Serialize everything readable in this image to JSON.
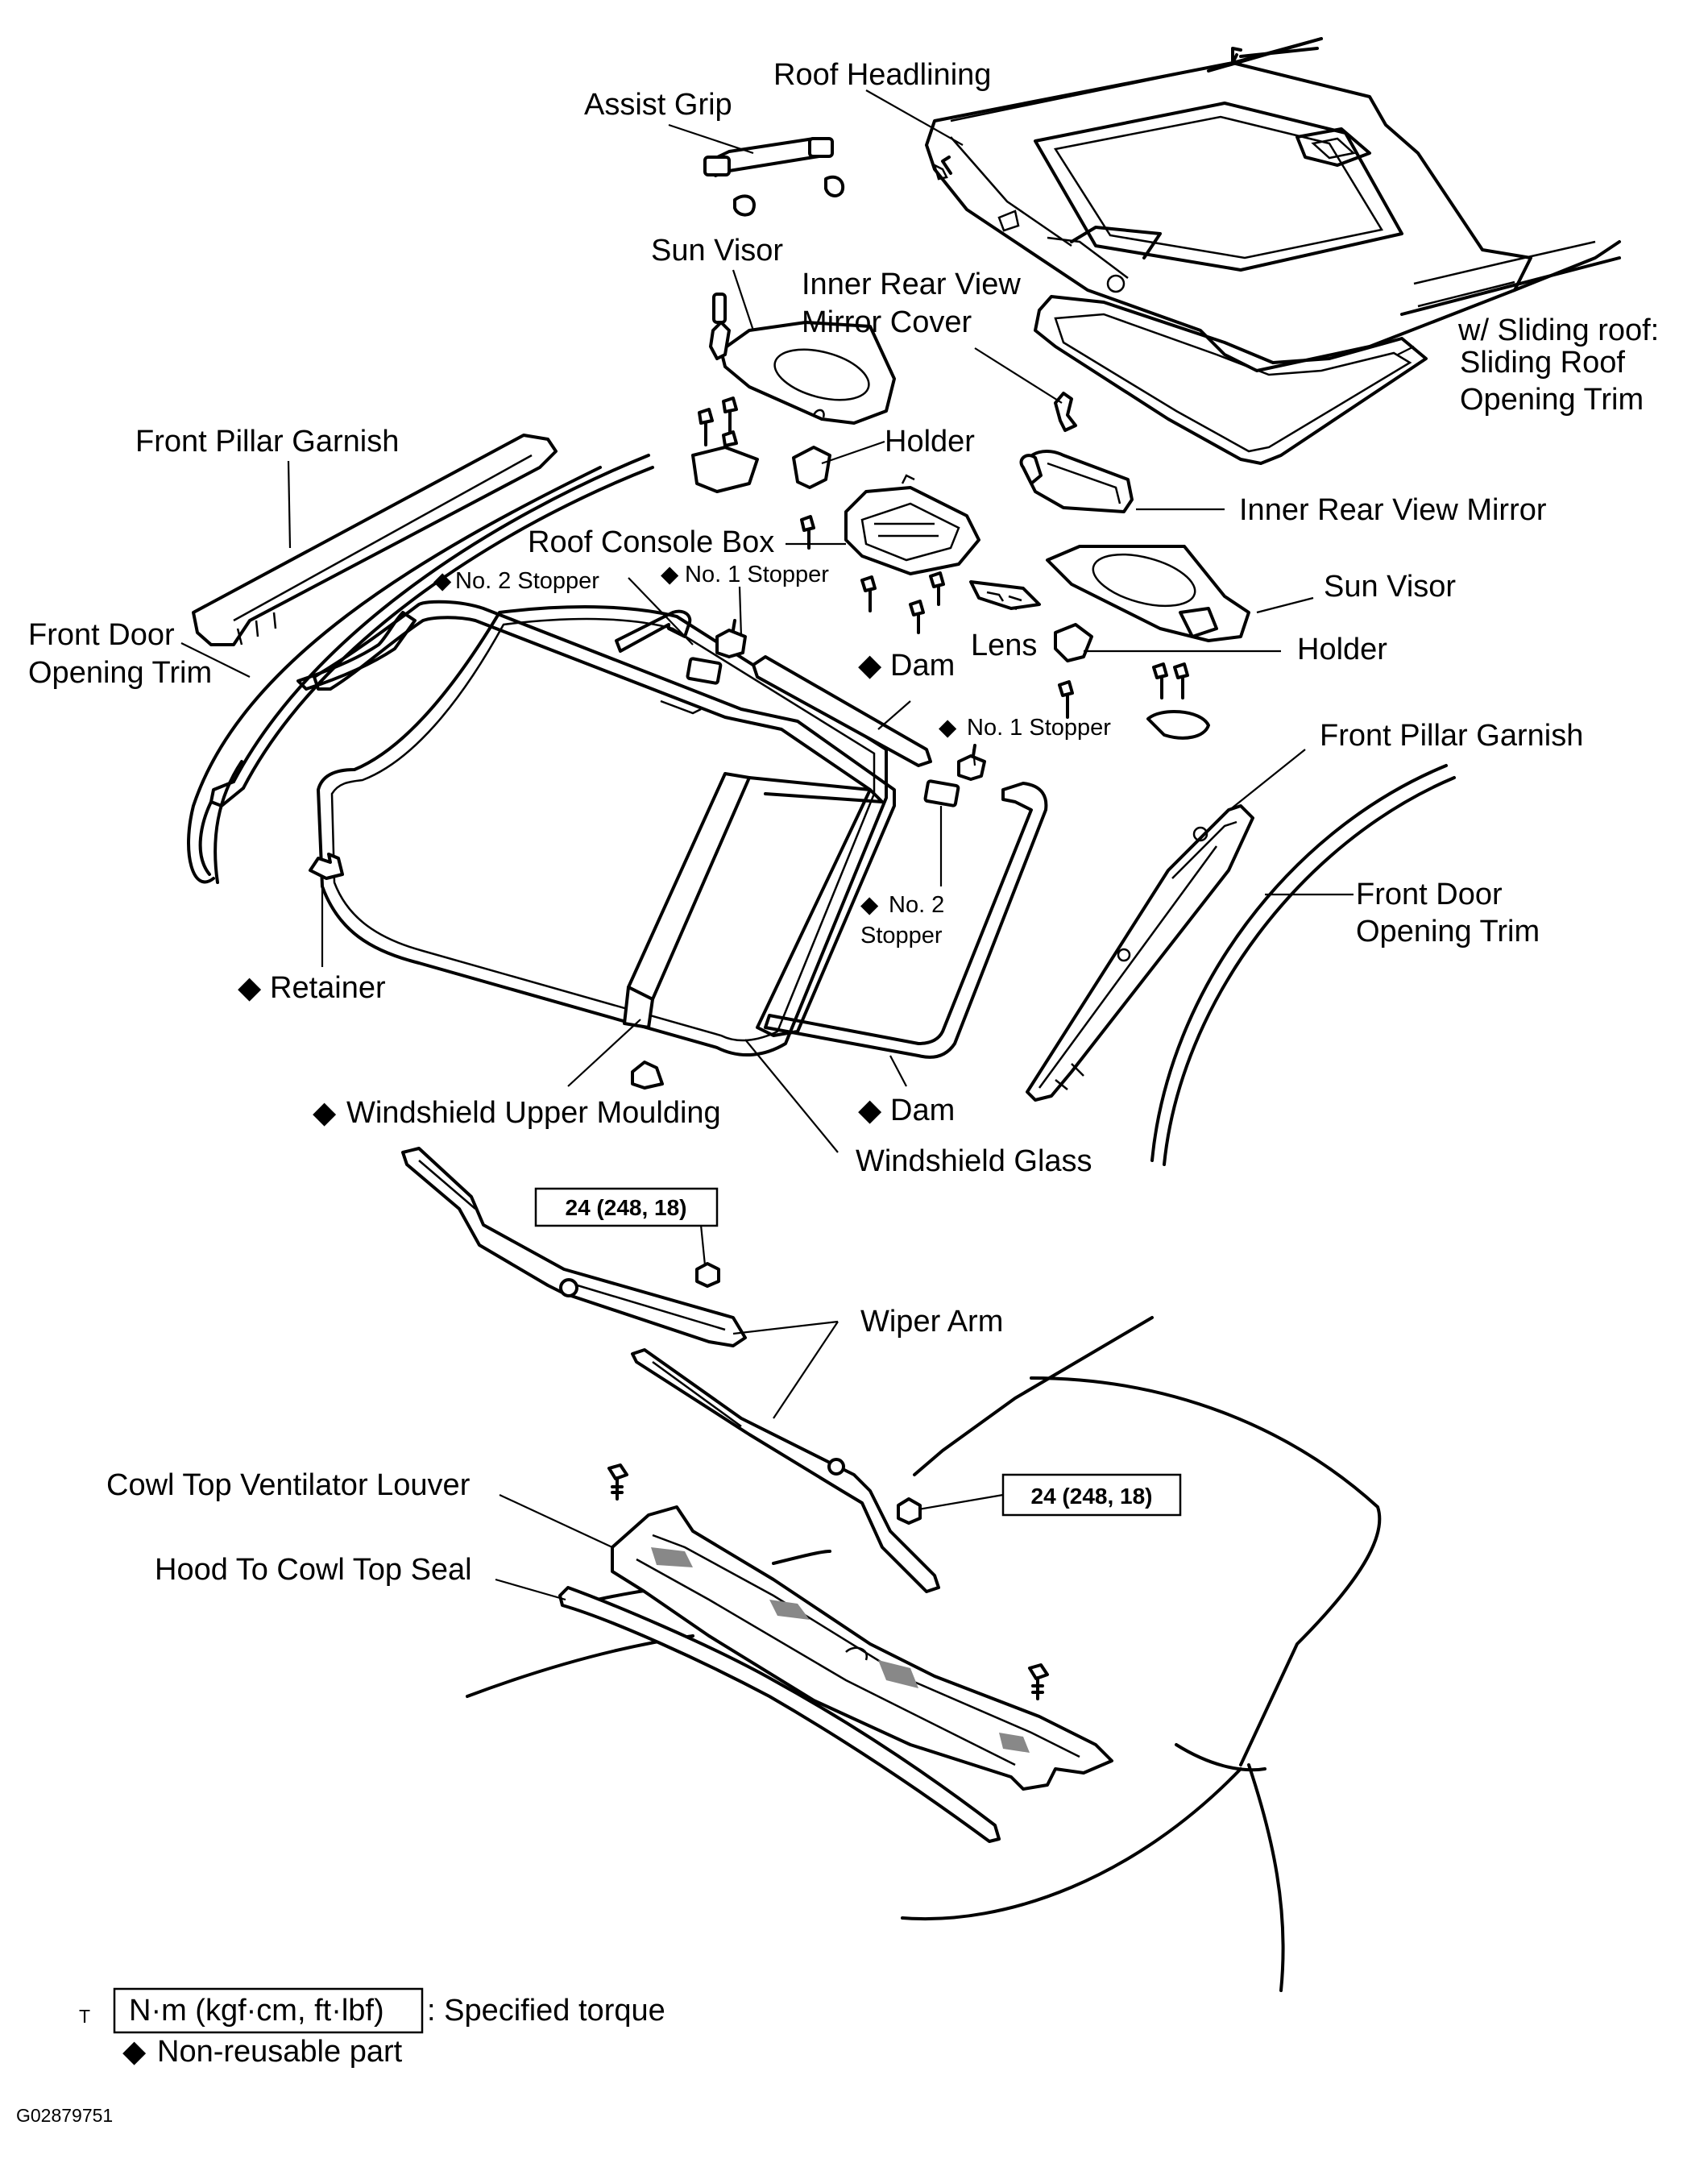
{
  "labels": {
    "roof_headlining": "Roof Headlining",
    "assist_grip": "Assist Grip",
    "sun_visor_upper": "Sun Visor",
    "inner_rear_view_mirror_cover_1": "Inner Rear View",
    "inner_rear_view_mirror_cover_2": "Mirror Cover",
    "sliding_roof_1": "w/ Sliding roof:",
    "sliding_roof_2": "Sliding Roof",
    "sliding_roof_3": "Opening Trim",
    "front_pillar_garnish_left": "Front Pillar Garnish",
    "holder_upper": "Holder",
    "inner_rear_view_mirror": "Inner Rear View Mirror",
    "roof_console_box": "Roof Console Box",
    "no2_stopper_top": "No. 2 Stopper",
    "no1_stopper_top": "No. 1 Stopper",
    "sun_visor_lower": "Sun Visor",
    "front_door_opening_trim_left_1": "Front Door",
    "front_door_opening_trim_left_2": "Opening Trim",
    "lens": "Lens",
    "holder_lower": "Holder",
    "dam_top": "Dam",
    "no1_stopper_right": "No. 1 Stopper",
    "front_pillar_garnish_right": "Front Pillar Garnish",
    "front_door_opening_trim_right_1": "Front Door",
    "front_door_opening_trim_right_2": "Opening Trim",
    "no2_stopper_right_1": "No. 2",
    "no2_stopper_right_2": "Stopper",
    "retainer": "Retainer",
    "windshield_upper_moulding": "Windshield Upper Moulding",
    "dam_bottom": "Dam",
    "windshield_glass": "Windshield Glass",
    "wiper_arm": "Wiper Arm",
    "cowl_top_ventilator_louver": "Cowl Top Ventilator Louver",
    "hood_to_cowl_top_seal": "Hood To Cowl Top Seal"
  },
  "torque": {
    "upper": "24 (248, 18)",
    "lower": "24 (248, 18)"
  },
  "legend": {
    "torque_prefix": "T",
    "torque_unit": "N·m (kgf·cm, ft·lbf)",
    "torque_text": ": Specified torque",
    "non_reusable": "Non-reusable part",
    "marker": "◆"
  },
  "figure_code": "G02879751"
}
